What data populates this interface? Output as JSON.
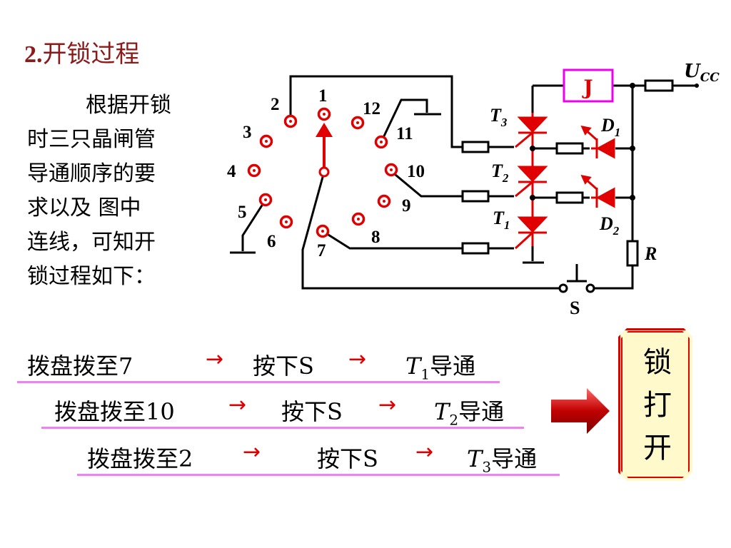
{
  "title": {
    "number": "2.",
    "text": "开锁过程"
  },
  "description": [
    "根据开锁",
    "时三只晶闸管",
    "导通顺序的要",
    "求以及 图中",
    "连线，可知开",
    "锁过程如下："
  ],
  "circuit": {
    "dial_numbers": [
      "1",
      "2",
      "3",
      "4",
      "5",
      "6",
      "7",
      "8",
      "9",
      "10",
      "11",
      "12"
    ],
    "relay": "J",
    "supply": {
      "main": "U",
      "sub": "CC"
    },
    "thyristors": [
      {
        "main": "T",
        "sub": "3"
      },
      {
        "main": "T",
        "sub": "2"
      },
      {
        "main": "T",
        "sub": "1"
      }
    ],
    "diodes": [
      {
        "main": "D",
        "sub": "1"
      },
      {
        "main": "D",
        "sub": "2"
      }
    ],
    "resistor": "R",
    "switch": "S",
    "colors": {
      "red": "#e00000",
      "wire": "#000000"
    }
  },
  "steps": [
    {
      "dial": "拨盘拨至7",
      "press": "按下S",
      "result_main": "T",
      "result_sub": "1",
      "result_text": "导通"
    },
    {
      "dial": "拨盘拨至10",
      "press": "按下S",
      "result_main": "T",
      "result_sub": "2",
      "result_text": "导通"
    },
    {
      "dial": "拨盘拨至2",
      "press": "按下S",
      "result_main": "T",
      "result_sub": "3",
      "result_text": "导通"
    }
  ],
  "arrow_glyph": "→",
  "outcome": [
    "锁",
    "打",
    "开"
  ]
}
